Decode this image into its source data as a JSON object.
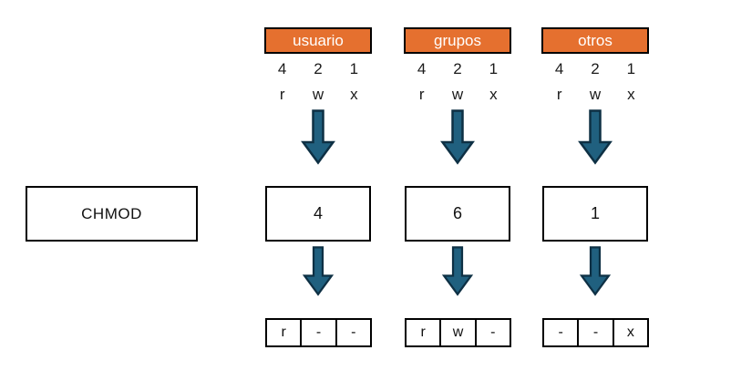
{
  "diagram_title": "chmod-permissions-diagram",
  "chmod_label": "CHMOD",
  "colors": {
    "background": "#FFFFFF",
    "header_bg": "#E5702F",
    "header_text": "#FFFFFF",
    "box_border": "#000000",
    "arrow_fill": "#20607F",
    "arrow_stroke": "#0E3044",
    "text": "#1A1A1A"
  },
  "columns": [
    {
      "header": "usuario",
      "weights": [
        "4",
        "2",
        "1"
      ],
      "letters": [
        "r",
        "w",
        "x"
      ],
      "value": "4",
      "result": [
        "r",
        "-",
        "-"
      ]
    },
    {
      "header": "grupos",
      "weights": [
        "4",
        "2",
        "1"
      ],
      "letters": [
        "r",
        "w",
        "x"
      ],
      "value": "6",
      "result": [
        "r",
        "w",
        "-"
      ]
    },
    {
      "header": "otros",
      "weights": [
        "4",
        "2",
        "1"
      ],
      "letters": [
        "r",
        "w",
        "x"
      ],
      "value": "1",
      "result": [
        "-",
        "-",
        "x"
      ]
    }
  ]
}
